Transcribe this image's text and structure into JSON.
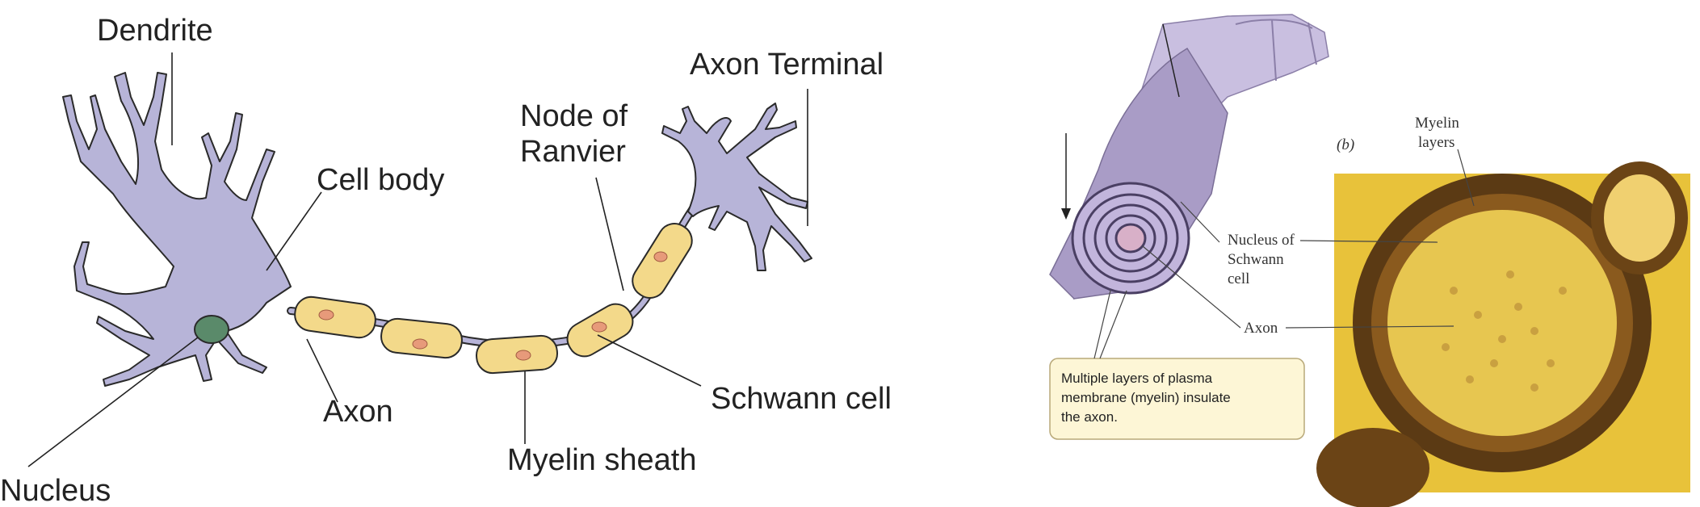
{
  "neuron_diagram": {
    "labels": {
      "dendrite": "Dendrite",
      "axon_terminal": "Axon Terminal",
      "node_of_ranvier_line1": "Node of",
      "node_of_ranvier_line2": "Ranvier",
      "cell_body": "Cell body",
      "schwann_cell": "Schwann cell",
      "axon": "Axon",
      "myelin_sheath": "Myelin sheath",
      "nucleus": "Nucleus"
    },
    "colors": {
      "neuron_body": "#b7b4d8",
      "outline": "#2a2a2a",
      "schwann": "#f3d98a",
      "schwann_nucleus": "#e79a7a",
      "nucleus": "#5a8a6a"
    }
  },
  "myelin_figure": {
    "panel_label": "(b)",
    "labels": {
      "myelin_layers_line1": "Myelin",
      "myelin_layers_line2": "layers",
      "nucleus_of_schwann_line1": "Nucleus of",
      "nucleus_of_schwann_line2": "Schwann",
      "nucleus_of_schwann_line3": "cell",
      "axon": "Axon"
    },
    "caption": {
      "line1": "Multiple layers of plasma",
      "line2": "membrane (myelin) insulate",
      "line3": "the axon."
    },
    "colors": {
      "sheath": "#a99cc6",
      "caption_bg": "#fdf6d6",
      "micrograph_bg": "#e8c23a",
      "micrograph_dark": "#5b3a14"
    }
  }
}
